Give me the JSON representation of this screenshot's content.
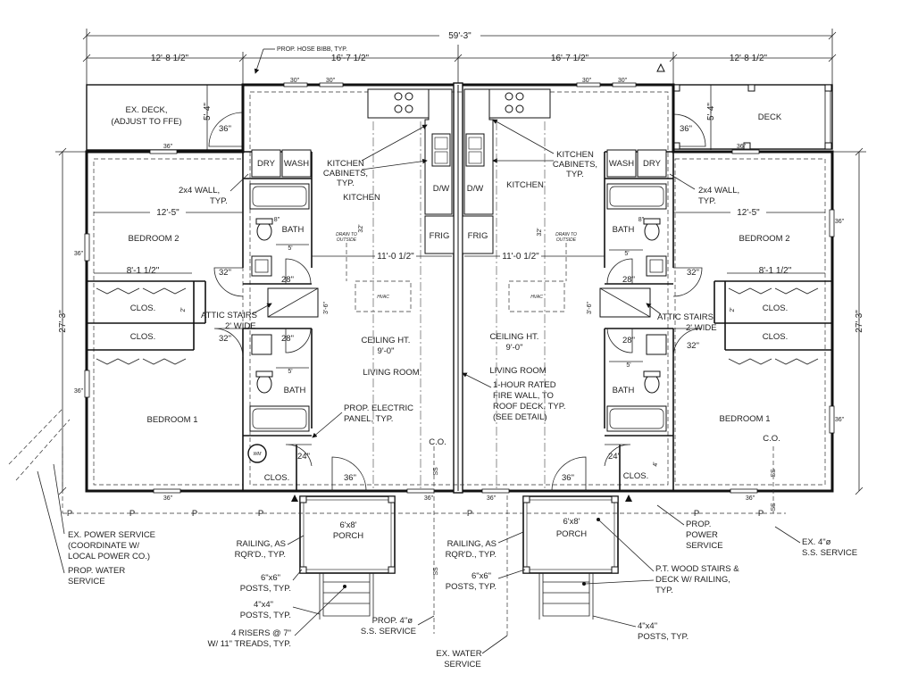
{
  "dimensions": {
    "overall_width": "59'-3\"",
    "deck_left": "12'-8 1/2\"",
    "unit_left": "16'-7 1/2\"",
    "unit_right": "16'-7 1/2\"",
    "deck_right": "12'-8 1/2\"",
    "depth_left": "27'-3\"",
    "depth_right": "27'-3\"",
    "kitchen_depth_left": "32'",
    "kitchen_depth_right": "32'",
    "deck_depth_left": "5'-4\"",
    "deck_depth_right": "5'-4\"",
    "bedroom_width_left": "12'-5\"",
    "bedroom_width_right": "12'-5\"",
    "closet_width_left": "8'-1 1/2\"",
    "closet_width_right": "8'-1 1/2\"",
    "living_width_left": "11'-0 1/2\"",
    "living_width_right": "11'-0 1/2\"",
    "attic_left": "3'-6\"",
    "attic_right": "3'-6\"",
    "bath_top_left": "5'",
    "bath_top_right": "5'",
    "bath_bottom_left": "5'",
    "bath_bottom_right": "5'",
    "clos_left": "2'",
    "clos_right": "2'",
    "clos_bottom_right": "4'"
  },
  "door_sizes": {
    "d24": "24\"",
    "d28": "28\"",
    "d30": "30\"",
    "d32": "32\"",
    "d36": "36\"",
    "d8": "8\""
  },
  "rooms": {
    "ex_deck": "EX. DECK,",
    "ex_deck_note": "(ADJUST TO FFE)",
    "deck": "DECK",
    "bedroom2": "BEDROOM 2",
    "bedroom1": "BEDROOM 1",
    "clos": "CLOS.",
    "bath": "BATH",
    "dry": "DRY",
    "wash": "WASH",
    "kitchen": "KITCHEN",
    "dw": "D/W",
    "frig": "FRIG",
    "hvac": "HVAC",
    "ceiling1": "CEILING HT.",
    "ceiling2": "9'-0\"",
    "living": "LIVING ROOM",
    "porch": "PORCH",
    "porch_size": "6'x8'",
    "drain1": "DRAIN TO",
    "drain2": "OUTSIDE",
    "wm": "WM",
    "co": "C.O.",
    "ss": "SS",
    "p": "P"
  },
  "notes": {
    "hose_bibb": "PROP. HOSE BIBB, TYP.",
    "kitchen_cab1": "KITCHEN",
    "kitchen_cab2": "CABINETS,",
    "kitchen_cab3": "TYP.",
    "wall1": "2x4 WALL,",
    "wall2": "TYP.",
    "attic1": "ATTIC STAIRS",
    "attic2": "2' WIDE",
    "electric1": "PROP. ELECTRIC",
    "electric2": "PANEL, TYP.",
    "firewall1": "1-HOUR RATED",
    "firewall2": "FIRE WALL, TO",
    "firewall3": "ROOF DECK, TYP.",
    "firewall4": "(SEE DETAIL)",
    "power1": "EX. POWER SERVICE",
    "power2": "(COORDINATE W/",
    "power3": "LOCAL POWER CO.)",
    "water1": "PROP. WATER",
    "water2": "SERVICE",
    "railing1": "RAILING, AS",
    "railing2": "RQR'D., TYP.",
    "posts6_1": "6\"x6\"",
    "posts6_2": "POSTS, TYP.",
    "posts4_1": "4\"x4\"",
    "posts4_2": "POSTS, TYP.",
    "risers1": "4 RISERS @ 7\"",
    "risers2": "W/ 11\" TREADS, TYP.",
    "ss_prop1": "PROP. 4\"ø",
    "ss_prop2": "S.S. SERVICE",
    "exwater1": "EX. WATER",
    "exwater2": "SERVICE",
    "pt1": "P.T. WOOD STAIRS &",
    "pt2": "DECK W/ RAILING,",
    "pt3": "TYP.",
    "proppower1": "PROP.",
    "proppower2": "POWER",
    "proppower3": "SERVICE",
    "exss1": "EX. 4\"ø",
    "exss2": "S.S. SERVICE"
  }
}
